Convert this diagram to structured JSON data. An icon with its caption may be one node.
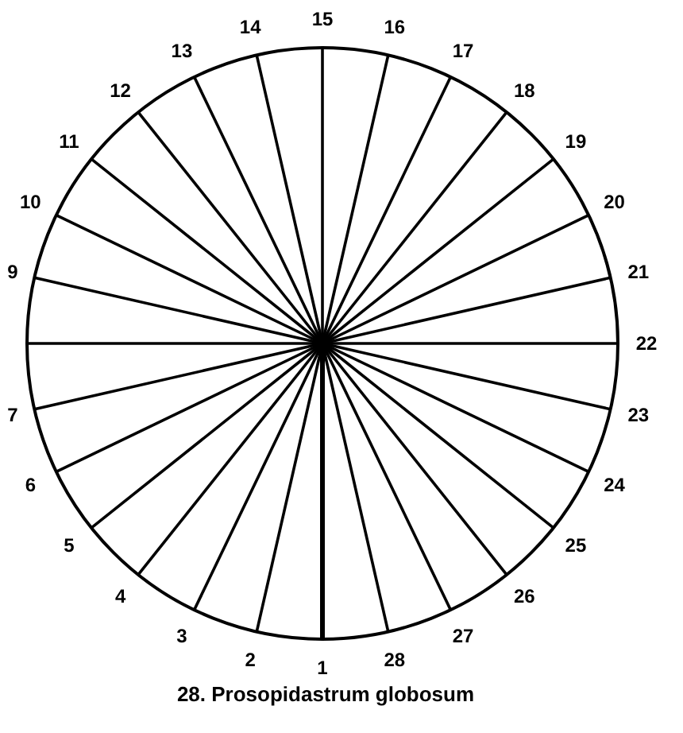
{
  "diagram": {
    "caption": "28. Prosopidastrum globosum",
    "labels": [
      "1",
      "2",
      "3",
      "4",
      "5",
      "6",
      "7",
      "9",
      "10",
      "11",
      "12",
      "13",
      "14",
      "15",
      "16",
      "17",
      "18",
      "19",
      "20",
      "21",
      "22",
      "23",
      "24",
      "25",
      "26",
      "27",
      "28"
    ]
  }
}
